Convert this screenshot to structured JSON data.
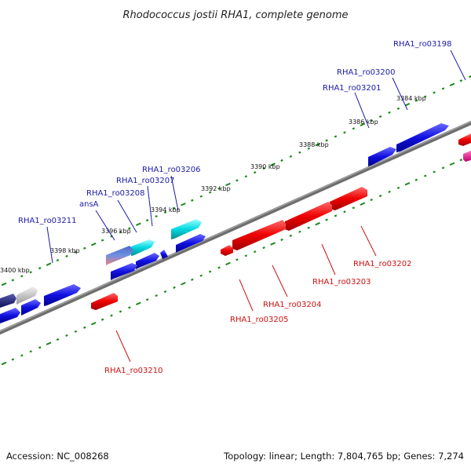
{
  "title": "Rhodococcus jostii RHA1, complete genome",
  "footer": {
    "accession": "Accession: NC_008268",
    "summary": "Topology: linear; Length: 7,804,765 bp; Genes: 7,274"
  },
  "colors": {
    "forward": "#1010e0",
    "reverse": "#e00000",
    "cyan": "#00d8e0",
    "backbone": "#7a7a7a",
    "ticks": "#1a8a1a",
    "label_forward": "#1a1aa8",
    "label_reverse": "#cc1111"
  },
  "kbp_ticks": [
    "3384 kbp",
    "3386 kbp",
    "3388 kbp",
    "3390 kbp",
    "3392 kbp",
    "3394 kbp",
    "3396 kbp",
    "3398 kbp",
    "3400 kbp"
  ],
  "forward_labels": [
    "RHA1_ro03198",
    "RHA1_ro03200",
    "RHA1_ro03201",
    "RHA1_ro03206",
    "RHA1_ro03207",
    "RHA1_ro03208",
    "ansA",
    "RHA1_ro03211"
  ],
  "reverse_labels": [
    "RHA1_ro03202",
    "RHA1_ro03203",
    "RHA1_ro03204",
    "RHA1_ro03205",
    "RHA1_ro03210"
  ]
}
